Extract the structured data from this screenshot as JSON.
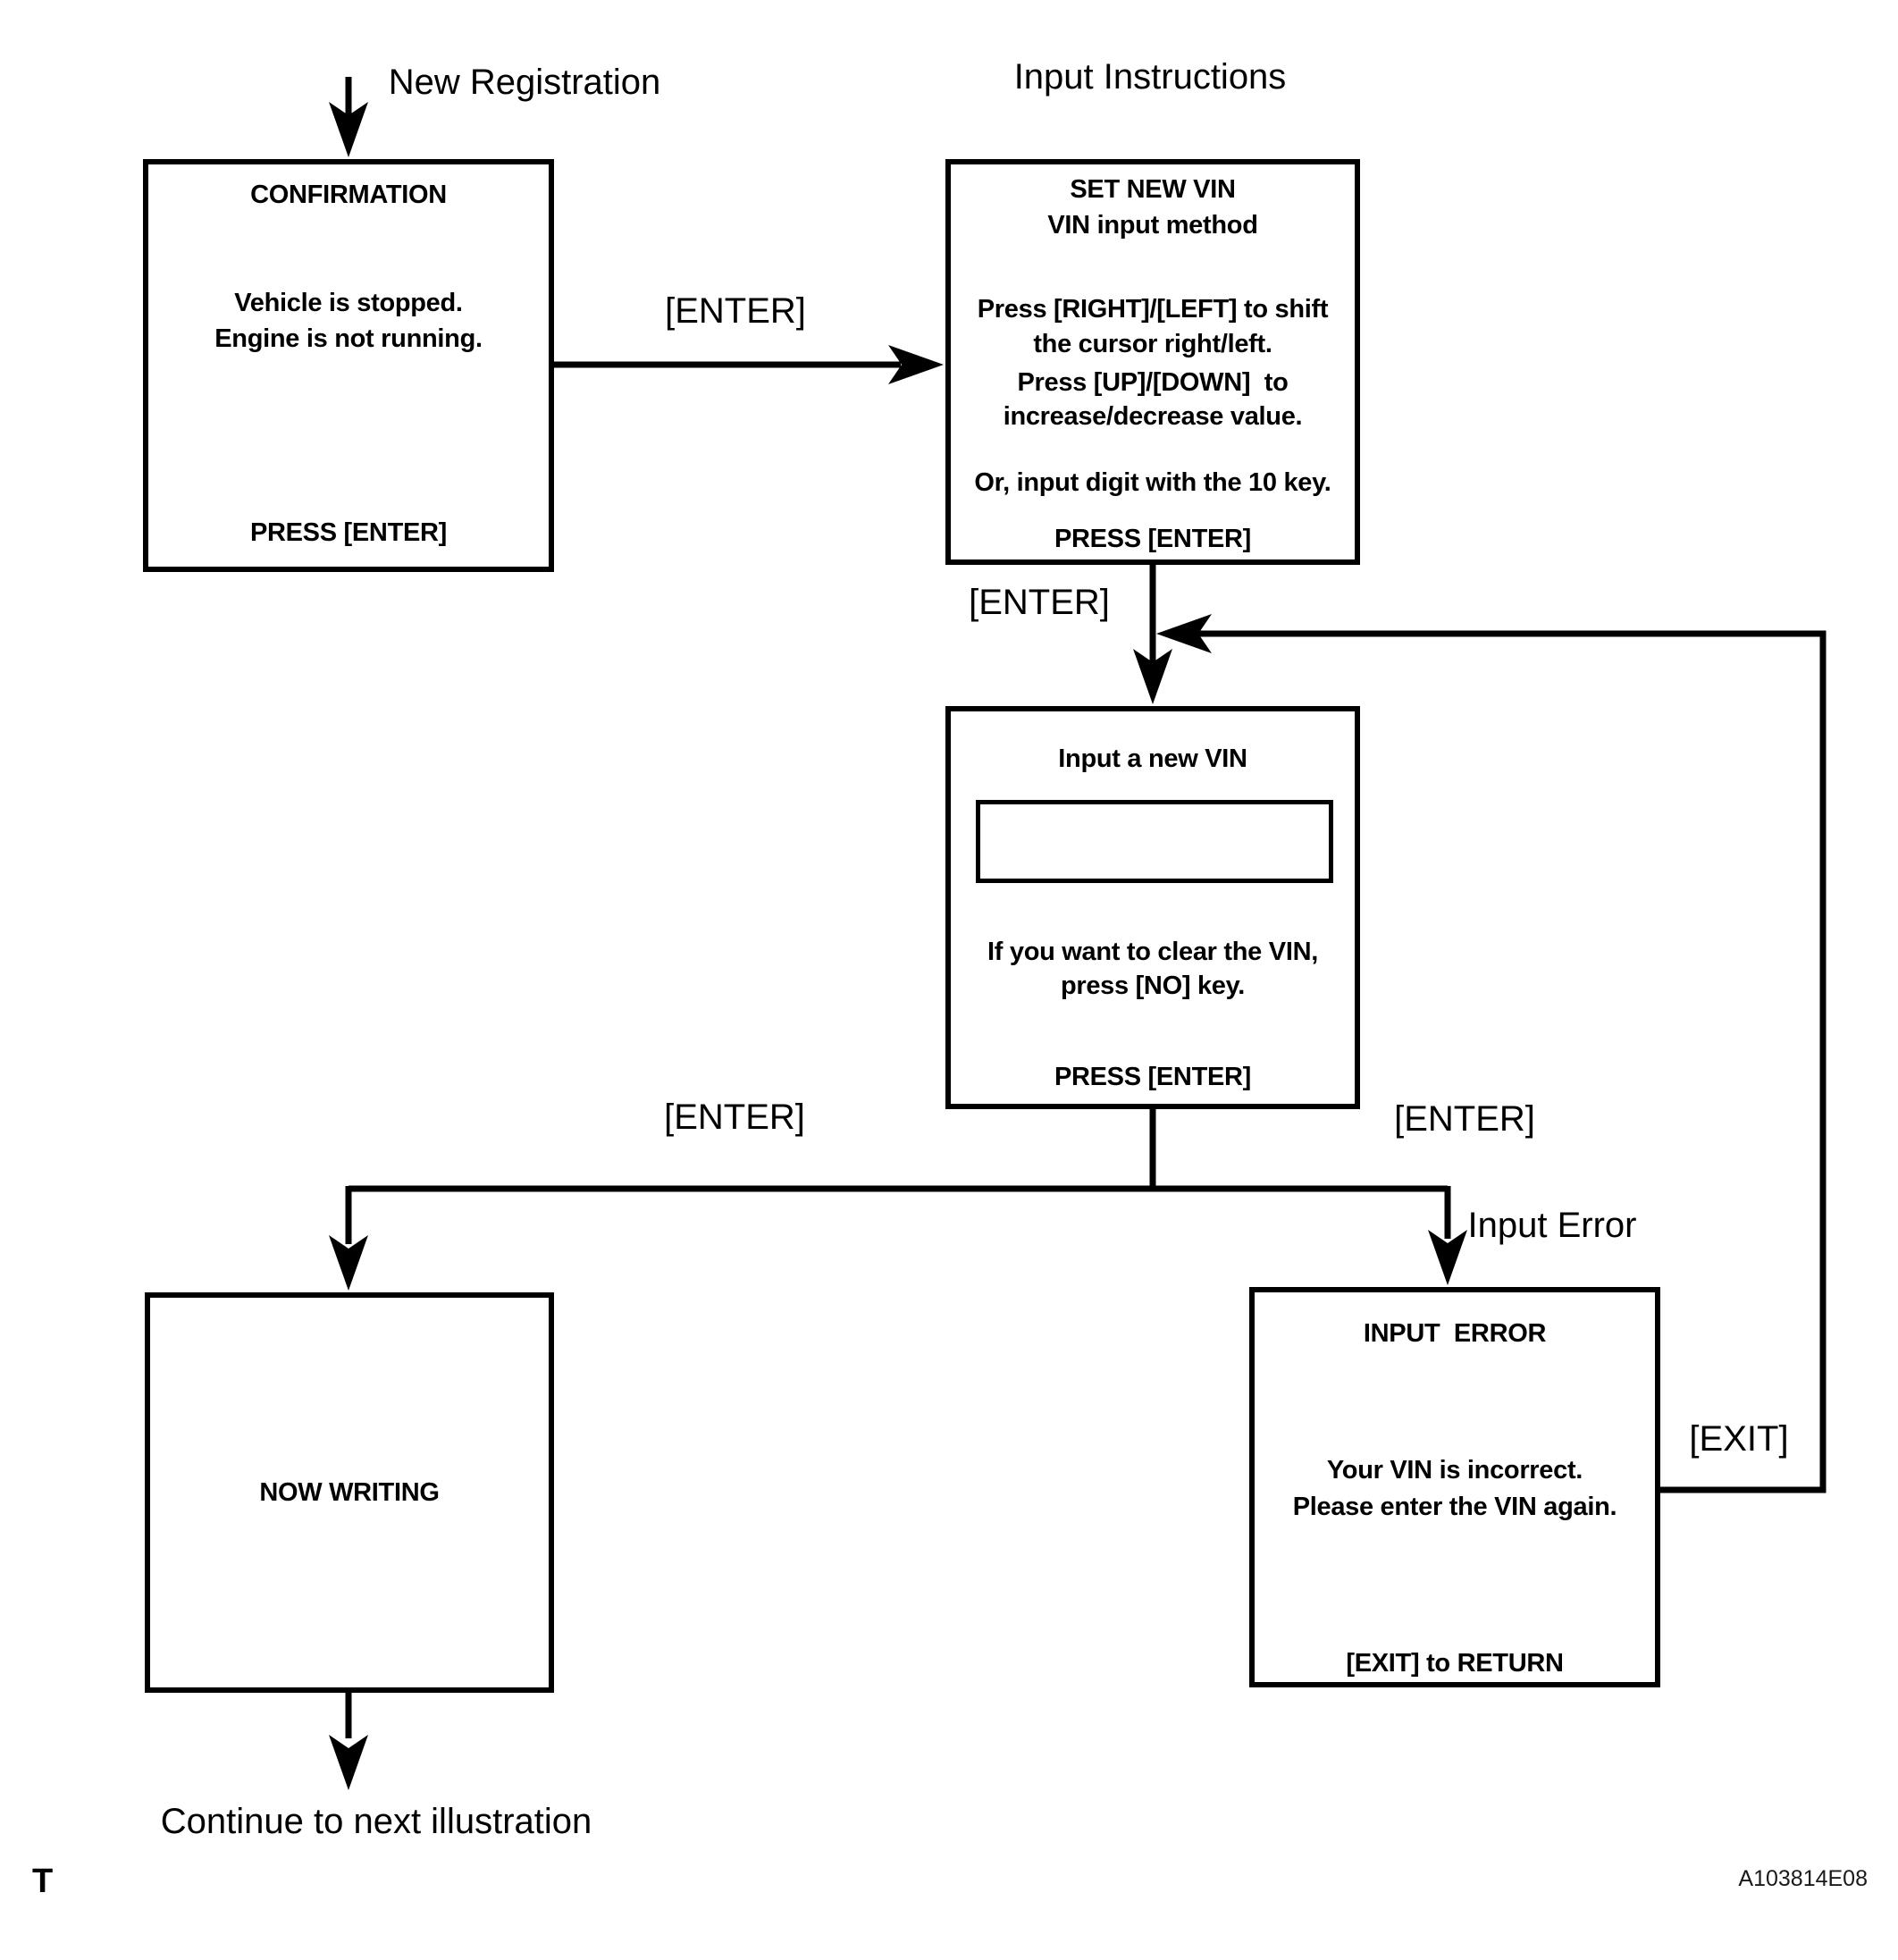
{
  "labels": {
    "new_registration": "New Registration",
    "input_instructions": "Input Instructions",
    "enter_top": "[ENTER]",
    "enter_mid": "[ENTER]",
    "enter_left": "[ENTER]",
    "enter_right": "[ENTER]",
    "input_error": "Input Error",
    "exit": "[EXIT]",
    "continue_next": "Continue to next illustration",
    "page_marker": "T",
    "figure_code": "A103814E08"
  },
  "screens": {
    "confirmation": {
      "title": "CONFIRMATION",
      "line1": "Vehicle is stopped.",
      "line2": "Engine is not running.",
      "press": "PRESS [ENTER]"
    },
    "set_new_vin": {
      "title1": "SET NEW VIN",
      "title2": "VIN input method",
      "line1": "Press [RIGHT]/[LEFT] to shift",
      "line2": "the cursor right/left.",
      "line3": "Press [UP]/[DOWN]  to",
      "line4": "increase/decrease value.",
      "line5": "Or, input digit with the 10 key.",
      "press": "PRESS [ENTER]"
    },
    "input_new_vin": {
      "title": "Input a new VIN",
      "vin_field_value": "",
      "line1": "If you want to clear the VIN,",
      "line2": "press [NO] key.",
      "press": "PRESS [ENTER]"
    },
    "now_writing": {
      "title": "NOW WRITING"
    },
    "input_error": {
      "title": "INPUT  ERROR",
      "line1": "Your VIN is incorrect.",
      "line2": "Please enter the VIN again.",
      "press": "[EXIT] to RETURN"
    }
  },
  "colors": {
    "line": "#000000",
    "background": "#ffffff"
  }
}
